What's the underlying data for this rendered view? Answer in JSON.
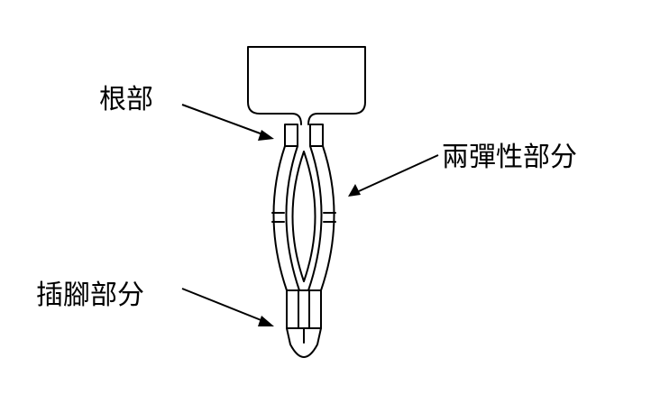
{
  "labels": {
    "root": "根部",
    "elastic": "兩彈性部分",
    "pin": "插腳部分"
  },
  "colors": {
    "line": "#000000",
    "background": "#ffffff"
  }
}
